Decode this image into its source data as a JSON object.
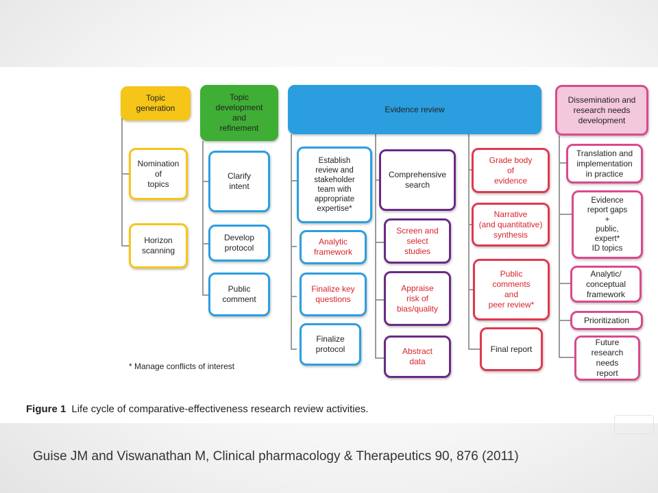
{
  "columns": {
    "topic_generation": {
      "header": "Topic\ngeneration",
      "color": "#f5c518",
      "items": [
        "Nomination\nof\ntopics",
        "Horizon\nscanning"
      ]
    },
    "topic_development": {
      "header": "Topic\ndevelopment\nand\nrefinement",
      "color": "#3fae35",
      "items": [
        "Clarify\nintent",
        "Develop\nprotocol",
        "Public\ncomment"
      ]
    },
    "evidence_review": {
      "header": "Evidence review",
      "color": "#2b9ee0",
      "sub1": [
        "Establish\nreview and\nstakeholder\nteam with\nappropriate\nexpertise*",
        "Analytic\nframework",
        "Finalize key\nquestions",
        "Finalize\nprotocol"
      ],
      "sub2": [
        "Comprehensive\nsearch",
        "Screen and\nselect\nstudies",
        "Appraise\nrisk of\nbias/quality",
        "Abstract\ndata"
      ],
      "sub3": [
        "Grade body\nof\nevidence",
        "Narrative\n(and quantitative)\nsynthesis",
        "Public\ncomments\nand\npeer review*",
        "Final report"
      ]
    },
    "dissemination": {
      "header": "Dissemination and\nresearch needs\ndevelopment",
      "color": "#f4c8dc",
      "items": [
        "Translation and\nimplementation\nin practice",
        "Evidence\nreport gaps\n+\npublic,\nexpert*\nID topics",
        "Analytic/\nconceptual\nframework",
        "Prioritization",
        "Future\nresearch\nneeds\nreport"
      ]
    }
  },
  "colors": {
    "yellow_border": "#f5c518",
    "green_border": "#3fae35",
    "blue_border": "#2b9ee0",
    "purple_border": "#6a2a84",
    "red_border": "#e0384e",
    "pink_border": "#d94a8c",
    "red_text": "#d8232a"
  },
  "footnote": "* Manage conflicts of interest",
  "caption": {
    "label": "Figure 1",
    "text": "Life cycle of comparative-effectiveness research review activities."
  },
  "citation": "Guise JM and Viswanathan M, Clinical pharmacology & Therapeutics 90, 876 (2011)"
}
